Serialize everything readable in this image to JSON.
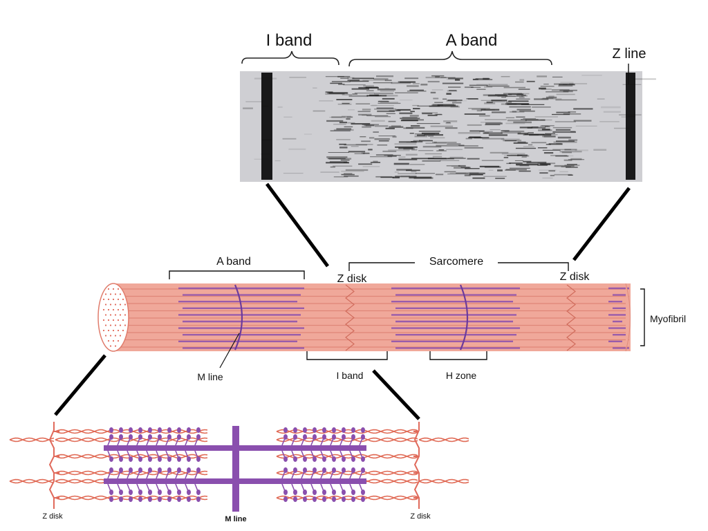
{
  "micrograph": {
    "i_band_label": "I band",
    "a_band_label": "A band",
    "z_line_label": "Z line"
  },
  "myofibril": {
    "a_band_label": "A band",
    "sarcomere_label": "Sarcomere",
    "z_disk_left_label": "Z disk",
    "z_disk_right_label": "Z disk",
    "m_line_label": "M line",
    "i_band_label": "I band",
    "h_zone_label": "H zone",
    "myofibril_label": "Myofibril"
  },
  "filaments": {
    "z_disk_left_label": "Z disk",
    "m_line_label": "M line",
    "z_disk_right_label": "Z disk"
  },
  "colors": {
    "micrograph_bg": "#cfcfd3",
    "fibril_body": "#f0a89a",
    "fibril_stripe": "#d9786a",
    "thick_filament": "#8a4fae",
    "thin_filament": "#e06a55",
    "connector_line": "#000000"
  }
}
